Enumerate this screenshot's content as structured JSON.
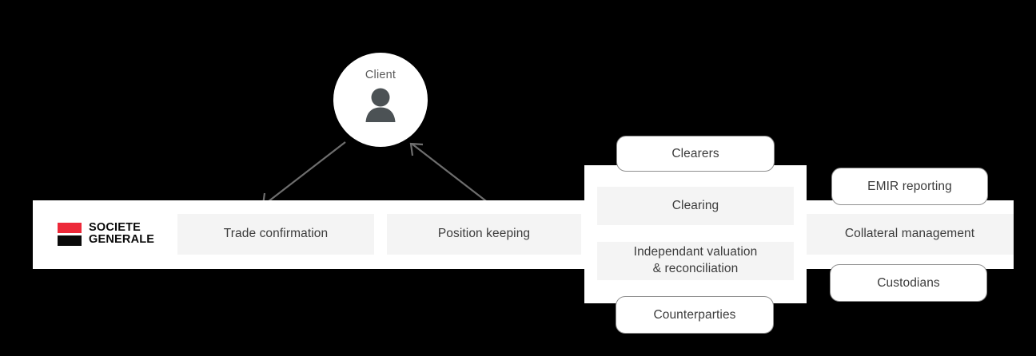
{
  "background_color": "#000000",
  "panel_color": "#ffffff",
  "box_color": "#f4f4f4",
  "accent_red": "#ed2939",
  "accent_black": "#0a0a0a",
  "text_color": "#3c3c3c",
  "client": {
    "label": "Client",
    "icon": "user-avatar-icon"
  },
  "brand": {
    "line1": "SOCIETE",
    "line2": "GENERALE",
    "mark": "sg-logo-mark"
  },
  "service_boxes": [
    {
      "label": "Trade confirmation",
      "name": "trade-confirmation"
    },
    {
      "label": "Position keeping",
      "name": "position-keeping"
    },
    {
      "label": "",
      "name": "obscured-service"
    },
    {
      "label": "Collateral management",
      "name": "collateral-management"
    }
  ],
  "middle_panel": {
    "boxes": [
      {
        "label": "Clearing",
        "name": "clearing"
      },
      {
        "label": "Independant valuation\n& reconciliation",
        "line1": "Independant valuation",
        "line2": "& reconciliation",
        "name": "independant-valuation"
      }
    ],
    "pills": [
      {
        "label": "Clearers",
        "name": "clearers"
      },
      {
        "label": "Counterparties",
        "name": "counterparties"
      }
    ]
  },
  "right_panel": {
    "pills": [
      {
        "label": "EMIR reporting",
        "name": "emir-reporting"
      },
      {
        "label": "Custodians",
        "name": "custodians"
      }
    ]
  },
  "arrows": [
    {
      "name": "client-to-panel-arrow-left",
      "direction": "down-left",
      "color": "#6e6e6e"
    },
    {
      "name": "panel-to-client-arrow-right",
      "direction": "up-left",
      "color": "#6e6e6e"
    }
  ]
}
